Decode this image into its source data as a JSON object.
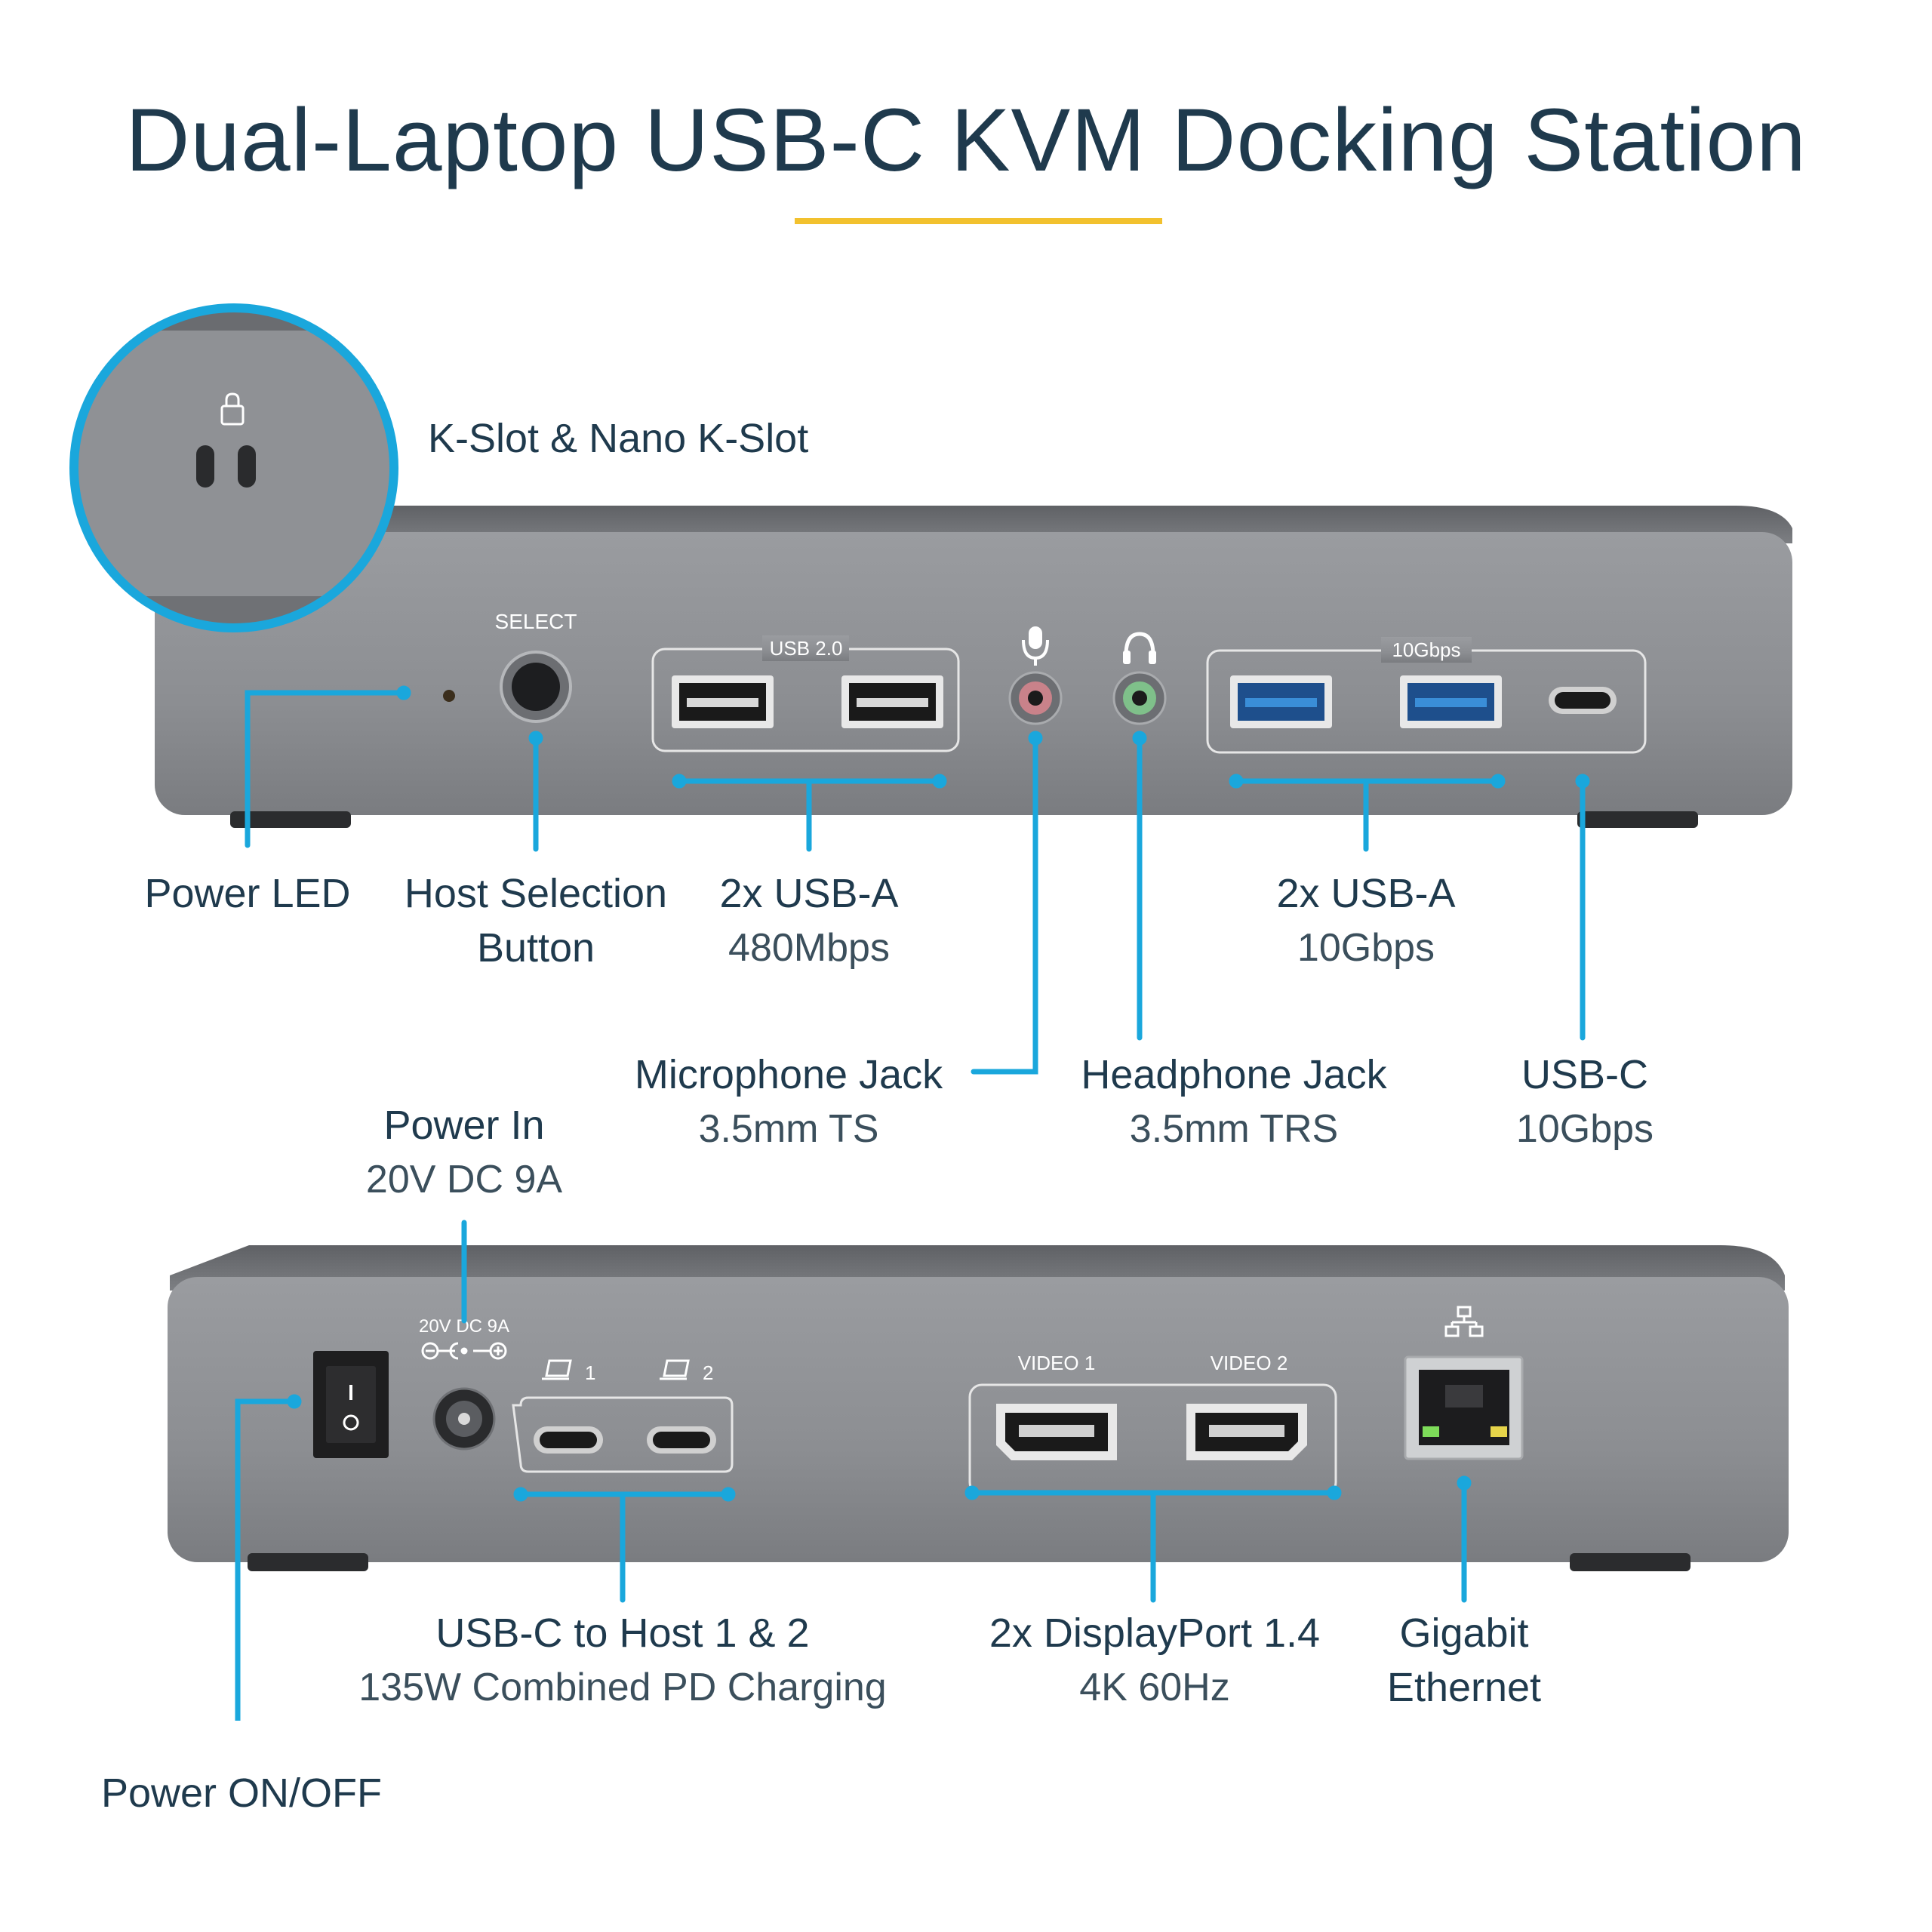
{
  "title": "Dual-Laptop USB-C KVM Docking Station",
  "colors": {
    "accent_line": "#1aa7dc",
    "title_rule": "#f2c12e",
    "device_body": "#8d8f93",
    "text": "#1f3a4d"
  },
  "front_panel": {
    "port_labels": {
      "select": "SELECT",
      "usb2": "USB 2.0",
      "usb_10gbps": "10Gbps"
    },
    "icons": [
      "lock-icon",
      "microphone-icon",
      "headphone-icon"
    ]
  },
  "rear_panel": {
    "port_labels": {
      "dc_in": "20V DC 9A",
      "host1": "1",
      "host2": "2",
      "video1": "VIDEO 1",
      "video2": "VIDEO 2"
    },
    "icons": [
      "polarity-icon",
      "laptop-icon",
      "laptop-icon",
      "network-icon"
    ]
  },
  "callouts": {
    "kslot": {
      "title": "K-Slot & Nano K-Slot"
    },
    "power_led": {
      "title": "Power LED"
    },
    "host_select": {
      "title": "Host Selection",
      "title2": "Button"
    },
    "usb_a_480": {
      "title": "2x USB-A",
      "detail": "480Mbps"
    },
    "usb_a_10g": {
      "title": "2x USB-A",
      "detail": "10Gbps"
    },
    "mic": {
      "title": "Microphone Jack",
      "detail": "3.5mm TS"
    },
    "headphone": {
      "title": "Headphone Jack",
      "detail": "3.5mm TRS"
    },
    "usb_c": {
      "title": "USB-C",
      "detail": "10Gbps"
    },
    "power_in": {
      "title": "Power In",
      "detail": "20V DC 9A"
    },
    "host_ports": {
      "title": "USB-C to Host 1 & 2",
      "detail": "135W Combined PD Charging"
    },
    "displayport": {
      "title": "2x DisplayPort 1.4",
      "detail": "4K 60Hz"
    },
    "ethernet": {
      "title": "Gigabit",
      "title2": "Ethernet"
    },
    "power_switch": {
      "title": "Power ON/OFF"
    }
  }
}
